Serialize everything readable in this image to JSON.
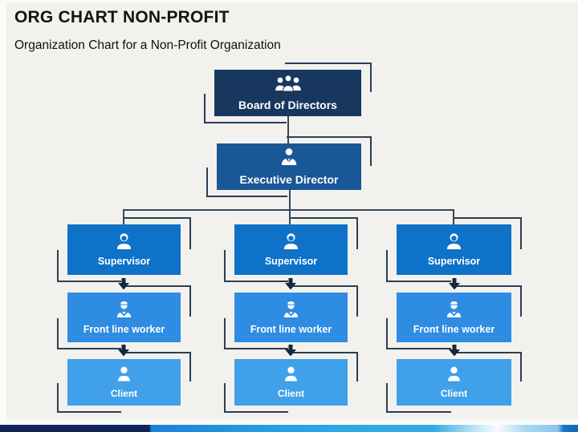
{
  "slide": {
    "title": "ORG CHART NON-PROFIT",
    "subtitle": "Organization Chart for a Non-Profit Organization",
    "background_color": "#f2f1ee"
  },
  "org_chart": {
    "type": "org-tree",
    "board": {
      "label": "Board of Directors",
      "color": "#17375f",
      "icon": "team-icon"
    },
    "executive": {
      "label": "Executive Director",
      "color": "#1a5796",
      "icon": "executive-icon"
    },
    "columns": [
      {
        "supervisor": {
          "label": "Supervisor"
        },
        "worker": {
          "label": "Front line worker"
        },
        "client": {
          "label": "Client"
        }
      },
      {
        "supervisor": {
          "label": "Supervisor"
        },
        "worker": {
          "label": "Front line worker"
        },
        "client": {
          "label": "Client"
        }
      },
      {
        "supervisor": {
          "label": "Supervisor"
        },
        "worker": {
          "label": "Front line worker"
        },
        "client": {
          "label": "Client"
        }
      }
    ],
    "level_colors": {
      "supervisor": "#0e72c8",
      "worker": "#2f8ce3",
      "client": "#41a0ea"
    },
    "connector_color": "#33475c",
    "bracket_color": "#2b3e52",
    "arrow_color": "#16283c"
  },
  "footer": {
    "accent_gradient": [
      "#0e2357",
      "#1c81d7",
      "#2fa9e5",
      "#f7fcff",
      "#8ac6ec",
      "#0f67b8"
    ]
  }
}
